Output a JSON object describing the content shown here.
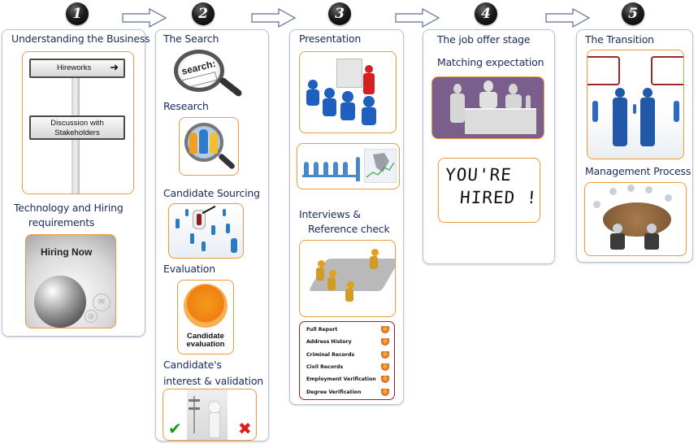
{
  "steps": [
    {
      "number": "1",
      "sections": [
        {
          "title": "Understanding the Business",
          "image": "signpost-illustration",
          "signs": [
            "Hireworks",
            "Discussion with Stakeholders"
          ]
        },
        {
          "title_lines": [
            "Technology and Hiring",
            "requirements"
          ],
          "image": "hiring-now-globe-illustration",
          "image_text": "Hiring Now"
        }
      ]
    },
    {
      "number": "2",
      "sections": [
        {
          "title": "The Search",
          "image": "magnifier-search-illustration",
          "image_text": "search:"
        },
        {
          "title": "Research",
          "image": "magnifier-people-illustration"
        },
        {
          "title": "Candidate Sourcing",
          "image": "people-network-illustration"
        },
        {
          "title": "Evaluation",
          "image": "candidate-evaluation-button",
          "image_text_lines": [
            "Candidate",
            "evaluation"
          ]
        },
        {
          "title_lines": [
            "Candidate's",
            "interest & validation"
          ],
          "image": "decision-signpost-illustration",
          "icons": [
            "check-icon",
            "cross-icon"
          ]
        }
      ]
    },
    {
      "number": "3",
      "sections": [
        {
          "title": "Presentation",
          "image": "presentation-audience-illustration"
        },
        {
          "image": "boardroom-chart-illustration"
        },
        {
          "title_lines": [
            "Interviews &",
            "Reference check"
          ],
          "image": "interview-table-illustration"
        },
        {
          "image": "reference-checklist",
          "checklist": [
            "Full Report",
            "Address History",
            "Criminal Records",
            "Civil Records",
            "Employment Verification",
            "Degree Verification"
          ]
        }
      ]
    },
    {
      "number": "4",
      "sections": [
        {
          "title": "The job offer stage"
        },
        {
          "title": "Matching expectation",
          "image": "interview-panel-illustration"
        },
        {
          "image": "youre-hired-note",
          "image_text_lines": [
            "YOU'RE",
            "HIRED !"
          ]
        }
      ]
    },
    {
      "number": "5",
      "sections": [
        {
          "title": "The Transition",
          "image": "handshake-speech-bubbles-illustration"
        },
        {
          "title": "Management Process",
          "image": "round-table-meeting-illustration"
        }
      ]
    }
  ],
  "connectors": [
    "arrow-right",
    "arrow-right",
    "arrow-right",
    "arrow-right"
  ],
  "colors": {
    "title_text": "#1b2a5c",
    "panel_border": "#b9c2d3",
    "image_border": "#ef9a3a",
    "checklist_border": "#a51c1c",
    "badge": "#111111"
  }
}
